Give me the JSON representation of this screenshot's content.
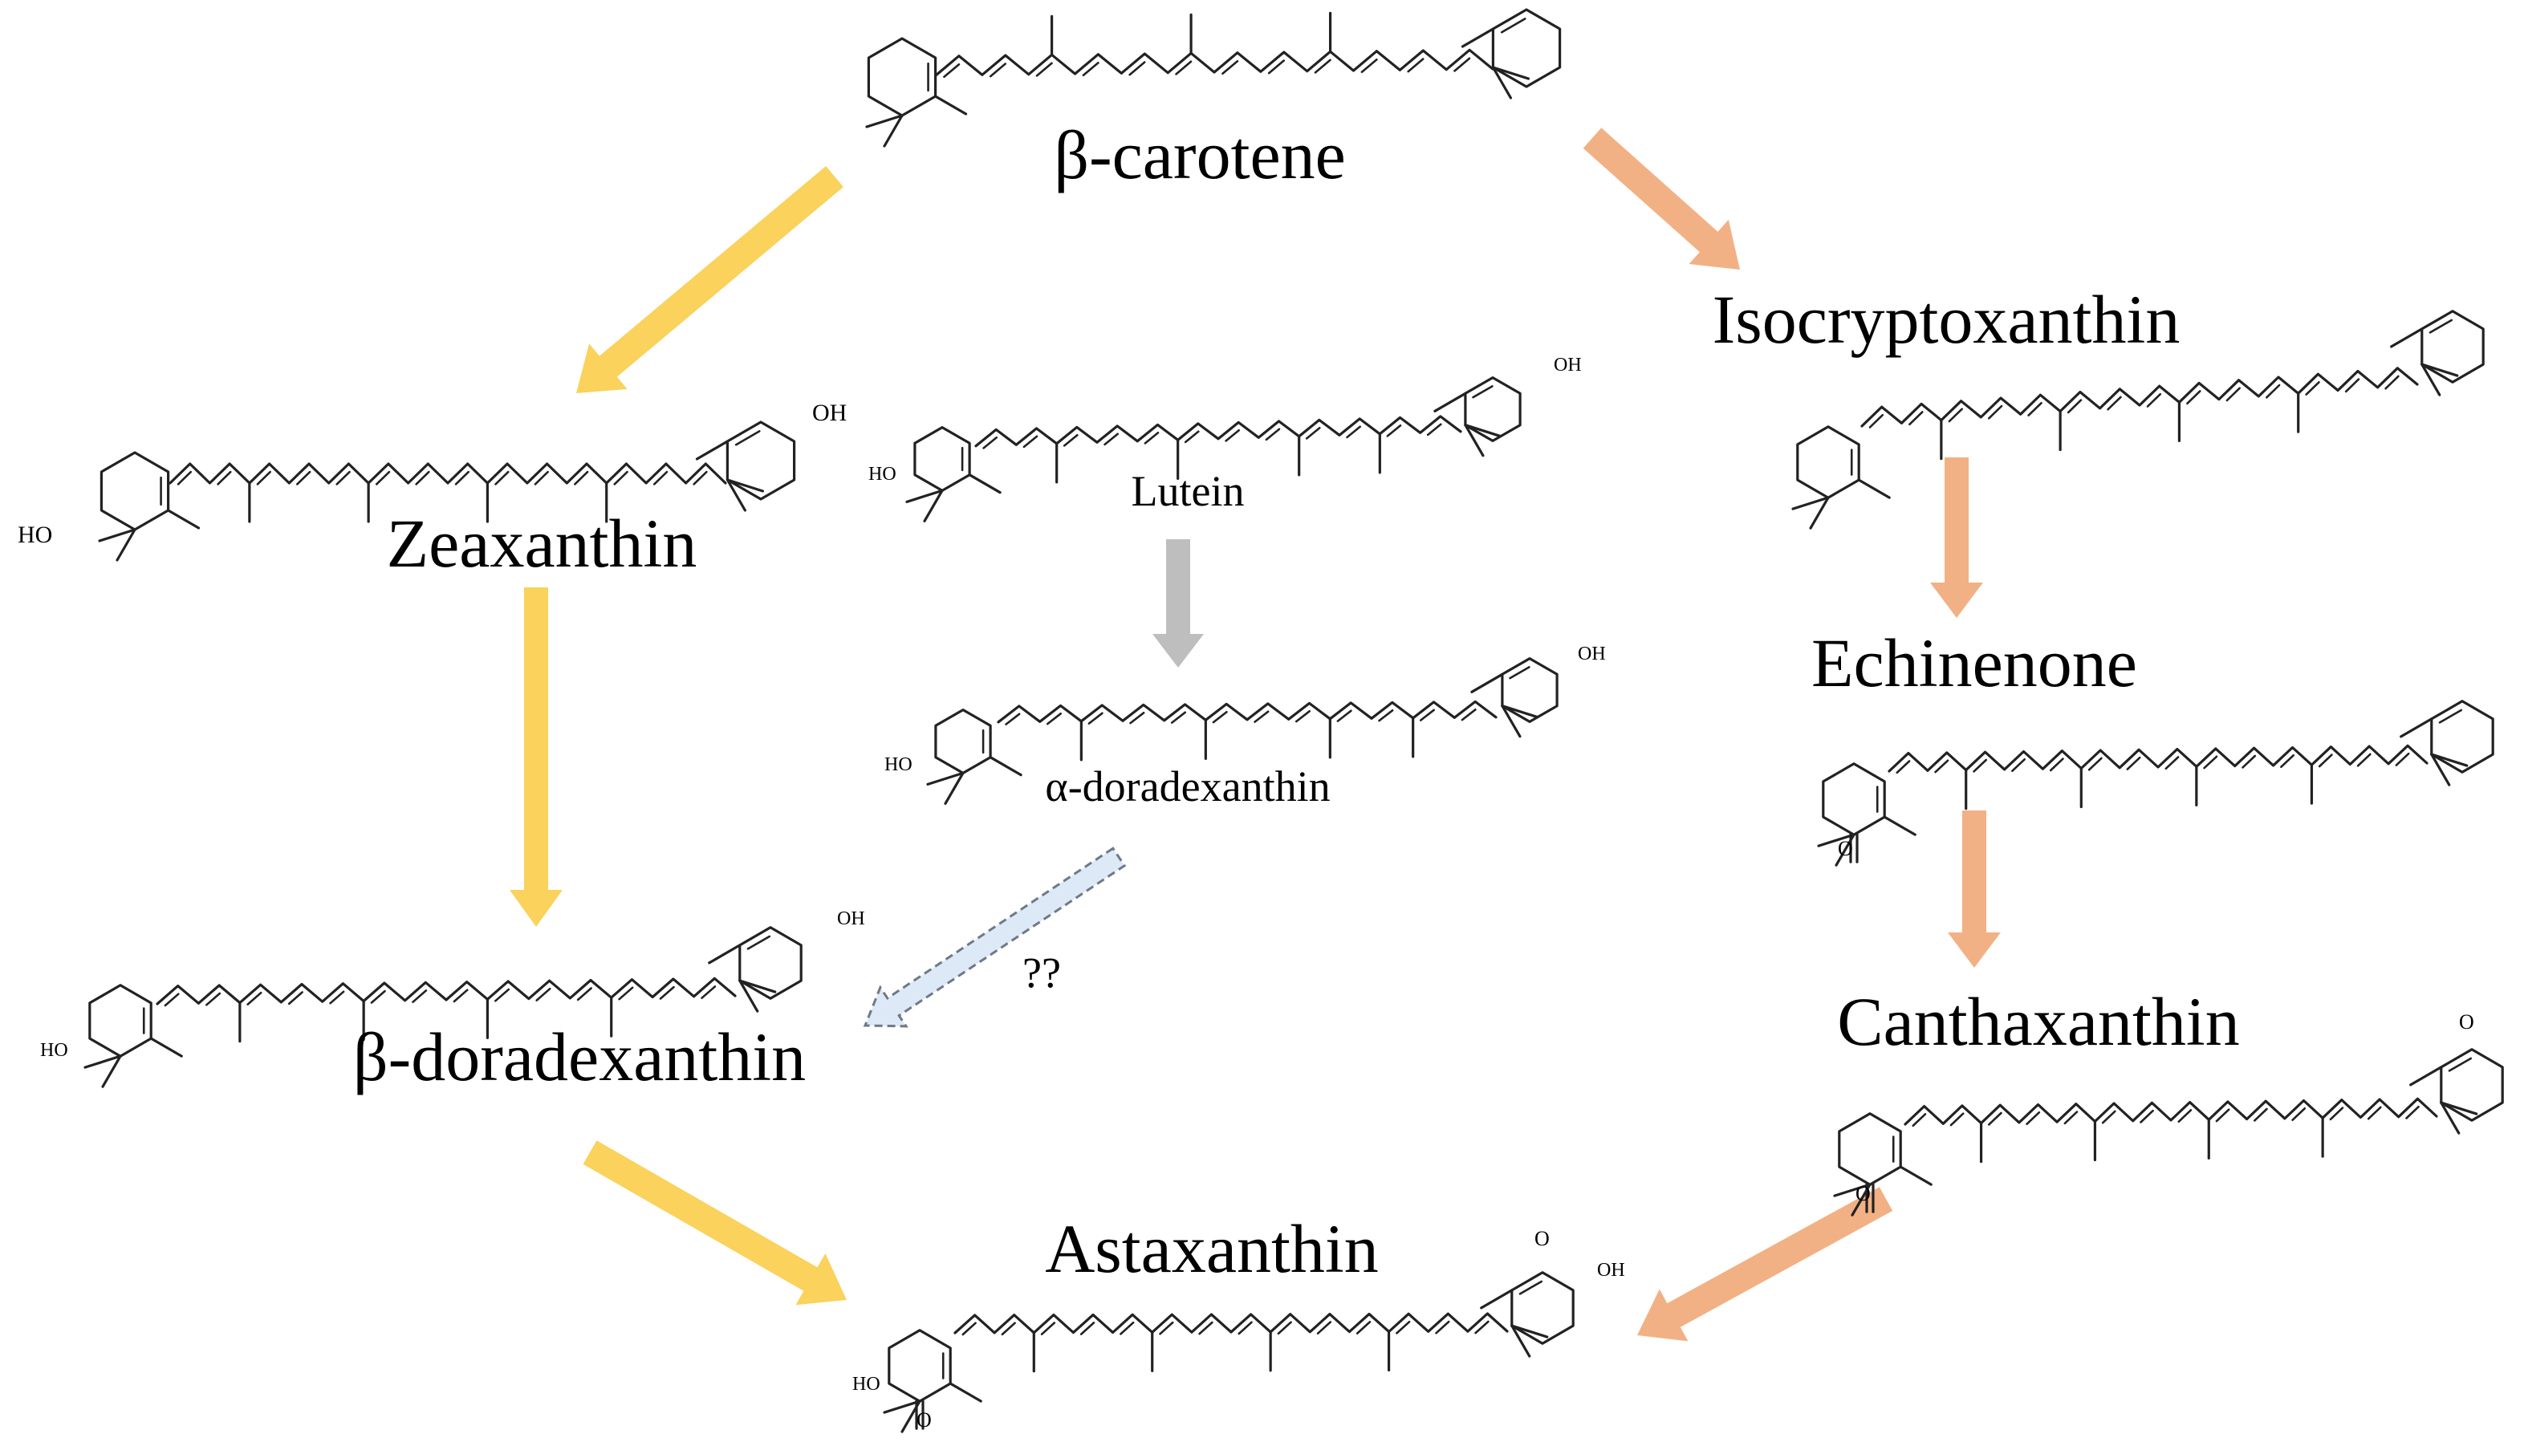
{
  "colors": {
    "yellow_arrow": "#FAD25C",
    "orange_arrow": "#F2B184",
    "gray_arrow": "#BEBEBE",
    "uncertain_arrow_fill": "#DDE9F7",
    "uncertain_arrow_stroke": "#6E7A86"
  },
  "compounds": {
    "beta_carotene": "β-carotene",
    "isocryptoxanthin": "Isocryptoxanthin",
    "zeaxanthin": "Zeaxanthin",
    "lutein": "Lutein",
    "alpha_doradexanthin": "α-doradexanthin",
    "beta_doradexanthin": "β-doradexanthin",
    "echinenone": "Echinenone",
    "canthaxanthin": "Canthaxanthin",
    "astaxanthin": "Astaxanthin"
  },
  "atoms": {
    "oh": "OH",
    "ho": "HO",
    "o": "O"
  },
  "uncertain_label": "??"
}
